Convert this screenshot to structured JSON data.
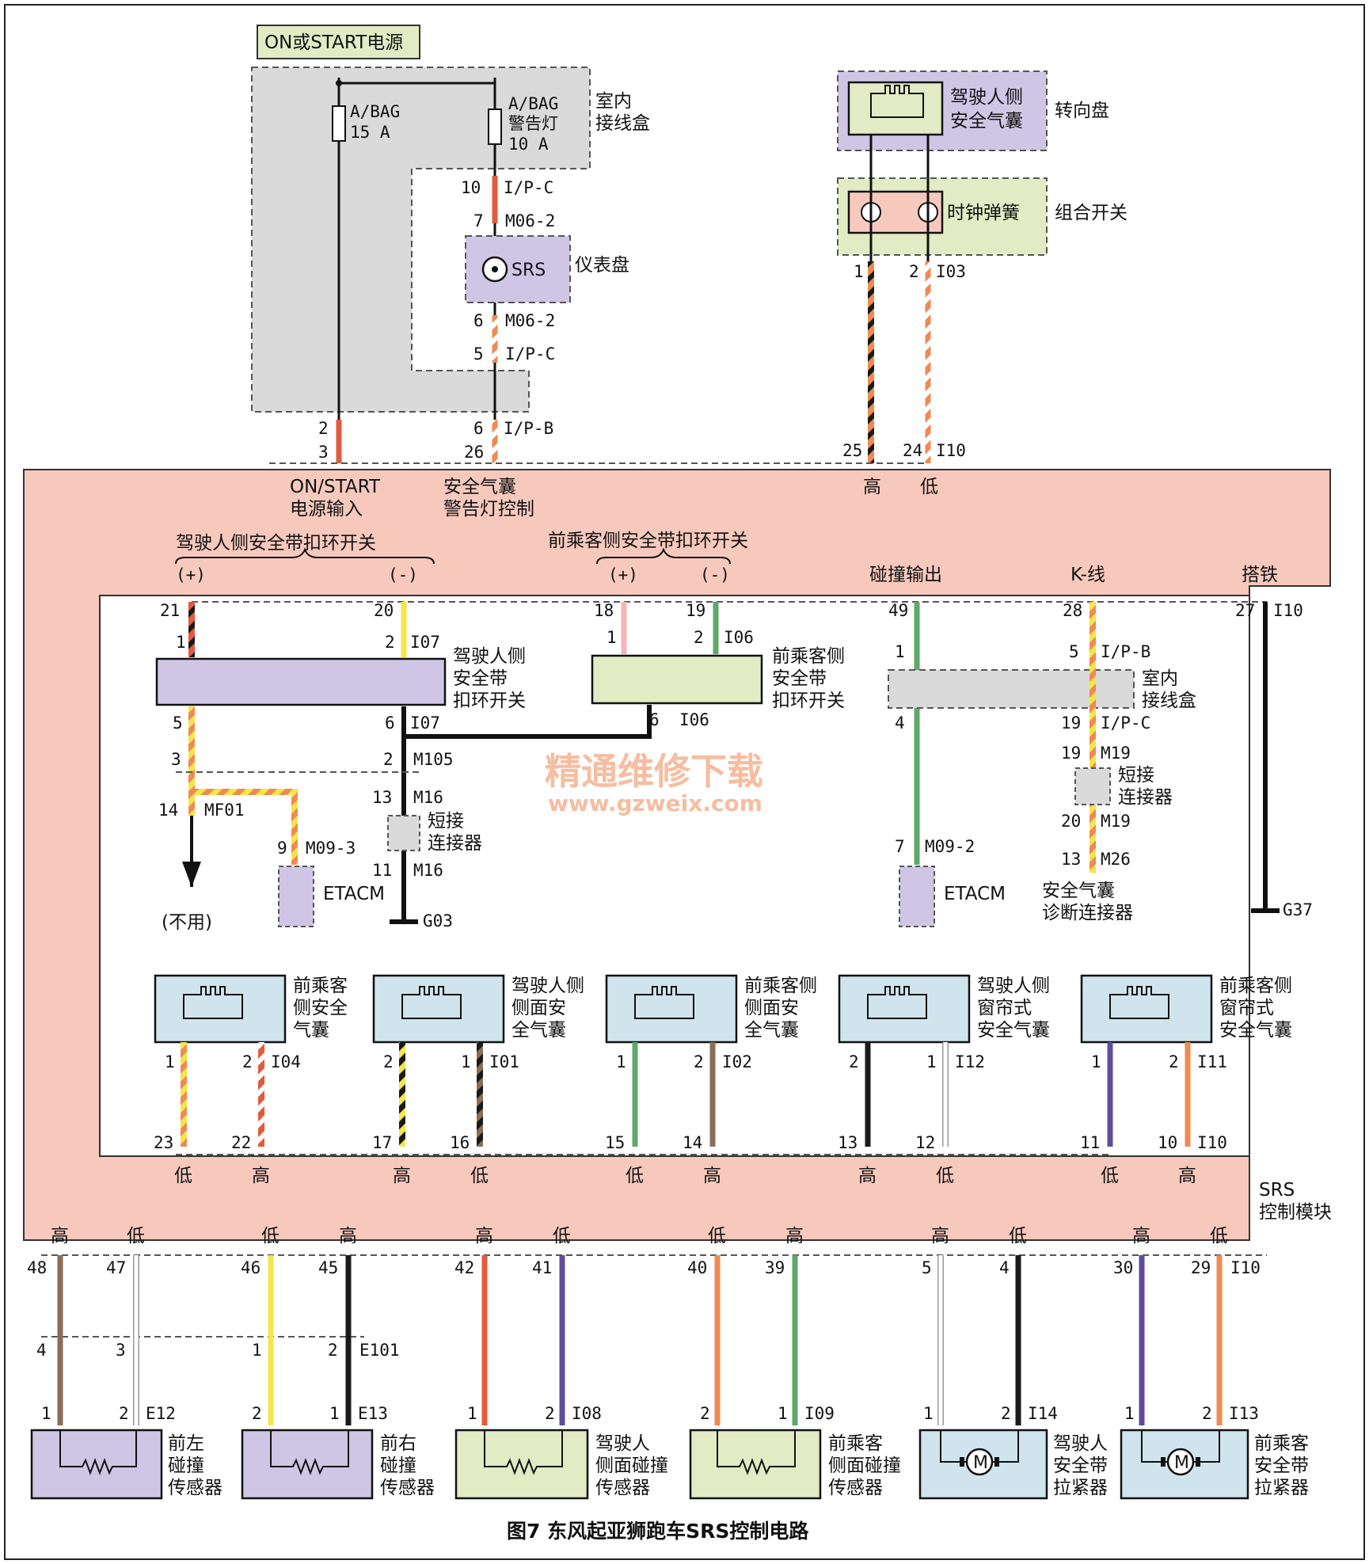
{
  "diagram": {
    "caption": "图7 东风起亚狮跑车SRS控制电路",
    "watermark": {
      "title": "精通维修下载",
      "url": "www.gzweix.com"
    },
    "colors": {
      "module": "#f7c9bd",
      "lavender": "#cfc6e6",
      "yellowgreen": "#e3ebc4",
      "lightblue": "#cfe4ec",
      "gray": "#dadada",
      "red": "#e35a3c",
      "orange": "#ef8a52",
      "green": "#5fa86a",
      "brown": "#8b6e55",
      "yellow": "#f4e54a",
      "purple": "#5f4d9c",
      "black": "#1a1a1a",
      "pink": "#f2b6b6"
    },
    "top": {
      "power_source": "ON或START电源",
      "fuse1": [
        "A/BAG",
        "15 A"
      ],
      "fuse2": [
        "A/BAG",
        "警告灯",
        "10 A"
      ],
      "junction_box": [
        "室内",
        "接线盒"
      ],
      "cluster": "仪表盘",
      "srs_lamp": "SRS",
      "steering": "转向盘",
      "driver_airbag": [
        "驾驶人侧",
        "安全气囊"
      ],
      "clock_spring": "时钟弹簧",
      "combo_switch": "组合开关",
      "pins": {
        "c10": "10",
        "ipc1": "I/P-C",
        "c7": "7",
        "m062a": "M06-2",
        "c6": "6",
        "m062b": "M06-2",
        "c5": "5",
        "ipc2": "I/P-C",
        "c2": "2",
        "c3": "3",
        "c6b": "6",
        "ipb": "I/P-B",
        "c26": "26",
        "s1": "1",
        "s2": "2",
        "i03": "I03",
        "c25": "25",
        "c24": "24",
        "i10a": "I10"
      }
    },
    "module": {
      "on_start": [
        "ON/START",
        "电源输入"
      ],
      "lamp_ctrl": [
        "安全气囊",
        "警告灯控制"
      ],
      "high": "高",
      "low": "低",
      "driver_belt": "驾驶人侧安全带扣环开关",
      "pass_belt": "前乘客侧安全带扣环开关",
      "plus": "(+)",
      "minus": "(-)",
      "crash_out": "碰撞输出",
      "kline": "K-线",
      "ground": "搭铁",
      "srs_module": [
        "SRS",
        "控制模块"
      ]
    },
    "inner": {
      "driver_belt_switch": [
        "驾驶人侧",
        "安全带",
        "扣环开关"
      ],
      "pass_belt_switch": [
        "前乘客侧",
        "安全带",
        "扣环开关"
      ],
      "junction_box": [
        "室内",
        "接线盒"
      ],
      "short_connector": [
        "短接",
        "连接器"
      ],
      "etacm": "ETACM",
      "not_used": "(不用)",
      "diag_connector": [
        "安全气囊",
        "诊断连接器"
      ],
      "pins": {
        "p21": "21",
        "p20": "20",
        "p18": "18",
        "p19": "19",
        "p49": "49",
        "p28": "28",
        "p27": "27",
        "i10": "I10",
        "d1": "1",
        "d2": "2",
        "i07a": "I07",
        "q1": "1",
        "q2": "2",
        "i06a": "I06",
        "d5": "5",
        "d6": "6",
        "i07b": "I07",
        "q6": "6",
        "i06b": "I06",
        "a3": "3",
        "a2": "2",
        "m105": "M105",
        "a14": "14",
        "mf01": "MF01",
        "a13": "13",
        "m16a": "M16",
        "a11": "11",
        "m16b": "M16",
        "g03": "G03",
        "a9": "9",
        "m093": "M09-3",
        "c1": "1",
        "c4": "4",
        "c7": "7",
        "m092": "M09-2",
        "k5": "5",
        "ipb": "I/P-B",
        "k19": "19",
        "ipc": "I/P-C",
        "k19b": "19",
        "m19a": "M19",
        "k20": "20",
        "m19b": "M19",
        "k13": "13",
        "m26": "M26",
        "g37": "G37"
      }
    },
    "airbags": [
      {
        "name": [
          "前乘客",
          "侧安全",
          "气囊"
        ],
        "pinA": "1",
        "pinB": "2",
        "conn": "I04",
        "modA": "23",
        "modB": "22",
        "hlA": "低",
        "hlB": "高"
      },
      {
        "name": [
          "驾驶人侧",
          "侧面安",
          "全气囊"
        ],
        "pinA": "2",
        "pinB": "1",
        "conn": "I01",
        "modA": "17",
        "modB": "16",
        "hlA": "高",
        "hlB": "低"
      },
      {
        "name": [
          "前乘客侧",
          "侧面安",
          "全气囊"
        ],
        "pinA": "1",
        "pinB": "2",
        "conn": "I02",
        "modA": "15",
        "modB": "14",
        "hlA": "低",
        "hlB": "高"
      },
      {
        "name": [
          "驾驶人侧",
          "窗帘式",
          "安全气囊"
        ],
        "pinA": "2",
        "pinB": "1",
        "conn": "I12",
        "modA": "13",
        "modB": "12",
        "hlA": "高",
        "hlB": "低"
      },
      {
        "name": [
          "前乘客侧",
          "窗帘式",
          "安全气囊"
        ],
        "pinA": "1",
        "pinB": "2",
        "conn": "I11",
        "modA": "11",
        "modB": "10",
        "hlA": "低",
        "hlB": "高"
      }
    ],
    "bottom_conn": "I10",
    "sensors": [
      {
        "name": [
          "前左",
          "碰撞",
          "传感器"
        ],
        "hlA": "高",
        "hlB": "低",
        "modA": "48",
        "modB": "47",
        "midA": "4",
        "midB": "3",
        "pinA": "1",
        "pinB": "2",
        "conn": "E12"
      },
      {
        "name": [
          "前右",
          "碰撞",
          "传感器"
        ],
        "hlA": "低",
        "hlB": "高",
        "modA": "46",
        "modB": "45",
        "midA": "1",
        "midB": "2",
        "midConn": "E101",
        "pinA": "2",
        "pinB": "1",
        "conn": "E13"
      },
      {
        "name": [
          "驾驶人",
          "侧面碰撞",
          "传感器"
        ],
        "hlA": "高",
        "hlB": "低",
        "modA": "42",
        "modB": "41",
        "pinA": "1",
        "pinB": "2",
        "conn": "I08"
      },
      {
        "name": [
          "前乘客",
          "侧面碰撞",
          "传感器"
        ],
        "hlA": "低",
        "hlB": "高",
        "modA": "40",
        "modB": "39",
        "pinA": "2",
        "pinB": "1",
        "conn": "I09"
      }
    ],
    "tensioners": [
      {
        "name": [
          "驾驶人",
          "安全带",
          "拉紧器"
        ],
        "hlA": "高",
        "hlB": "低",
        "modA": "5",
        "modB": "4",
        "pinA": "1",
        "pinB": "2",
        "conn": "I14"
      },
      {
        "name": [
          "前乘客",
          "安全带",
          "拉紧器"
        ],
        "hlA": "高",
        "hlB": "低",
        "modA": "30",
        "modB": "29",
        "pinA": "1",
        "pinB": "2",
        "conn": "I13"
      }
    ],
    "motor_symbol": "M"
  }
}
